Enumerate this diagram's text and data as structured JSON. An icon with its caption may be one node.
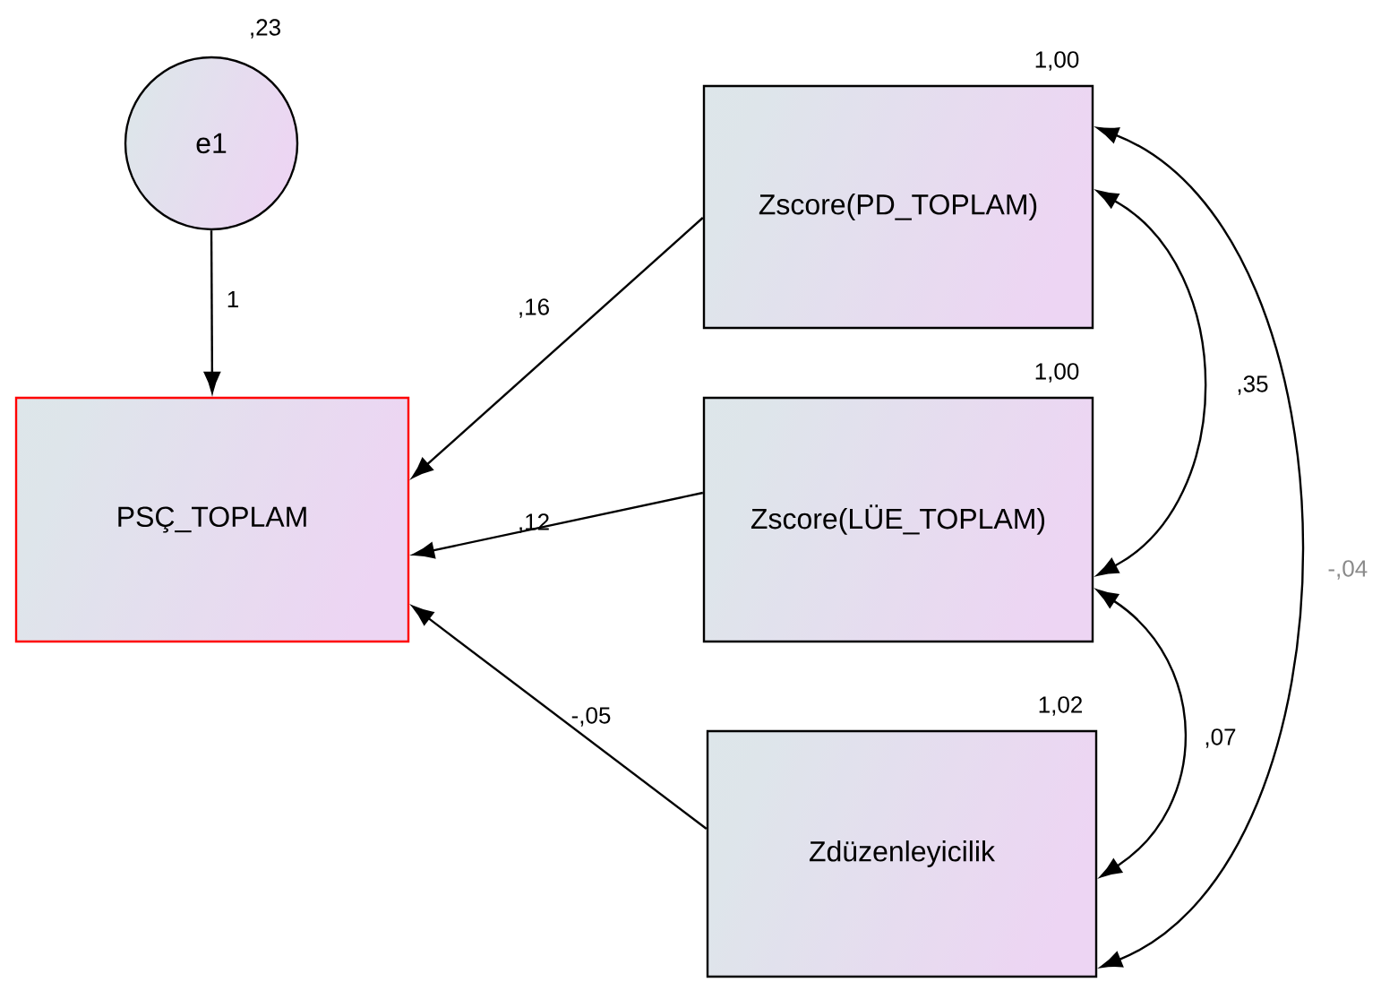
{
  "diagram": {
    "nodes": [
      {
        "text": [
          "e1"
        ],
        "beside": [
          ",23"
        ]
      },
      {
        "text": [
          "PSÇ_TOPLAM"
        ]
      },
      {
        "text": [
          "Zscore(PD_TOPLAM)"
        ],
        "beside": [
          "1,00"
        ]
      },
      {
        "text": [
          "Zscore(LÜE_TOPLAM)"
        ],
        "beside": [
          "1,00"
        ]
      },
      {
        "text": [
          "Zdüzenleyicilik"
        ],
        "beside": [
          "1,02"
        ]
      }
    ],
    "edges": [
      {
        "from": 0,
        "to": 1,
        "arrow": "to",
        "label": "1"
      },
      {
        "from": 2,
        "to": 1,
        "arrow": "to",
        "label": ",16"
      },
      {
        "from": 3,
        "to": 1,
        "arrow": "to",
        "label": ",12"
      },
      {
        "from": 4,
        "to": 1,
        "arrow": "to",
        "label": "-,05"
      },
      {
        "from": 2,
        "to": 3,
        "arrow": "both",
        "label": ",35"
      },
      {
        "from": 3,
        "to": 4,
        "arrow": "both",
        "label": ",07"
      },
      {
        "from": 2,
        "to": 4,
        "arrow": "both",
        "label": "-,04"
      }
    ]
  }
}
